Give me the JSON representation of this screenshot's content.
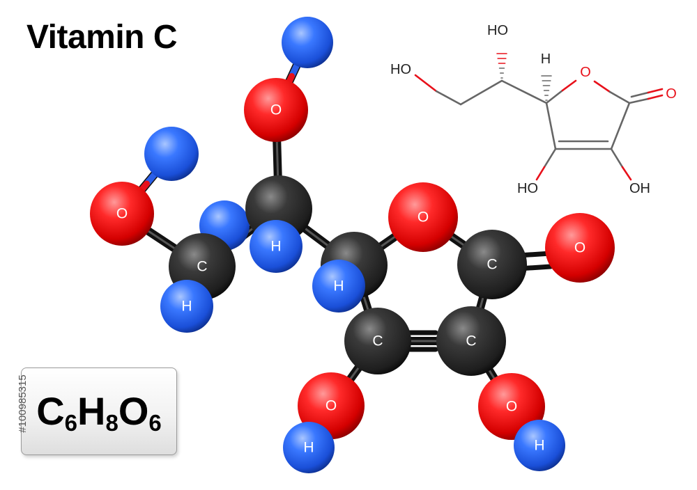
{
  "title": "Vitamin C",
  "formula": {
    "parts": [
      {
        "text": "C",
        "type": "el"
      },
      {
        "text": "6",
        "type": "sub"
      },
      {
        "text": "H",
        "type": "el"
      },
      {
        "text": "8",
        "type": "sub"
      },
      {
        "text": "O",
        "type": "el"
      },
      {
        "text": "6",
        "type": "sub"
      }
    ]
  },
  "stock_id": "#100985315",
  "colors": {
    "oxygen": "#e8101a",
    "hydrogen": "#2a5fe8",
    "carbon": "#262626",
    "bond": "#111111",
    "skeletal_line": "#666666",
    "skeletal_oxygen": "#e8101a"
  },
  "molecule": {
    "atoms": [
      {
        "id": "h_top",
        "el": "H",
        "label": ""
      },
      {
        "id": "o_top",
        "el": "O",
        "label": "O"
      },
      {
        "id": "h_left",
        "el": "H",
        "label": ""
      },
      {
        "id": "o_left",
        "el": "O",
        "label": "O"
      },
      {
        "id": "h_mid_back",
        "el": "H",
        "label": ""
      },
      {
        "id": "c_top",
        "el": "C",
        "label": ""
      },
      {
        "id": "c_left",
        "el": "C",
        "label": "C"
      },
      {
        "id": "h_c_left",
        "el": "H",
        "label": "H"
      },
      {
        "id": "h_c_top",
        "el": "H",
        "label": "H"
      },
      {
        "id": "o_ring",
        "el": "O",
        "label": "O"
      },
      {
        "id": "c_ring4",
        "el": "C",
        "label": ""
      },
      {
        "id": "h_ring4",
        "el": "H",
        "label": "H"
      },
      {
        "id": "c_ring1",
        "el": "C",
        "label": "C"
      },
      {
        "id": "o_keto",
        "el": "O",
        "label": "O"
      },
      {
        "id": "c_ring3",
        "el": "C",
        "label": "C"
      },
      {
        "id": "c_ring2",
        "el": "C",
        "label": "C"
      },
      {
        "id": "o_bl",
        "el": "O",
        "label": "O"
      },
      {
        "id": "h_bl",
        "el": "H",
        "label": "H"
      },
      {
        "id": "o_br",
        "el": "O",
        "label": "O"
      },
      {
        "id": "h_br",
        "el": "H",
        "label": "H"
      }
    ]
  },
  "skeletal": {
    "labels": {
      "ho_top": "HO",
      "h_top": "H",
      "ho_left": "HO",
      "o_ring": "O",
      "o_keto": "O",
      "ho_bottom_left": "HO",
      "oh_bottom_right": "OH"
    }
  }
}
